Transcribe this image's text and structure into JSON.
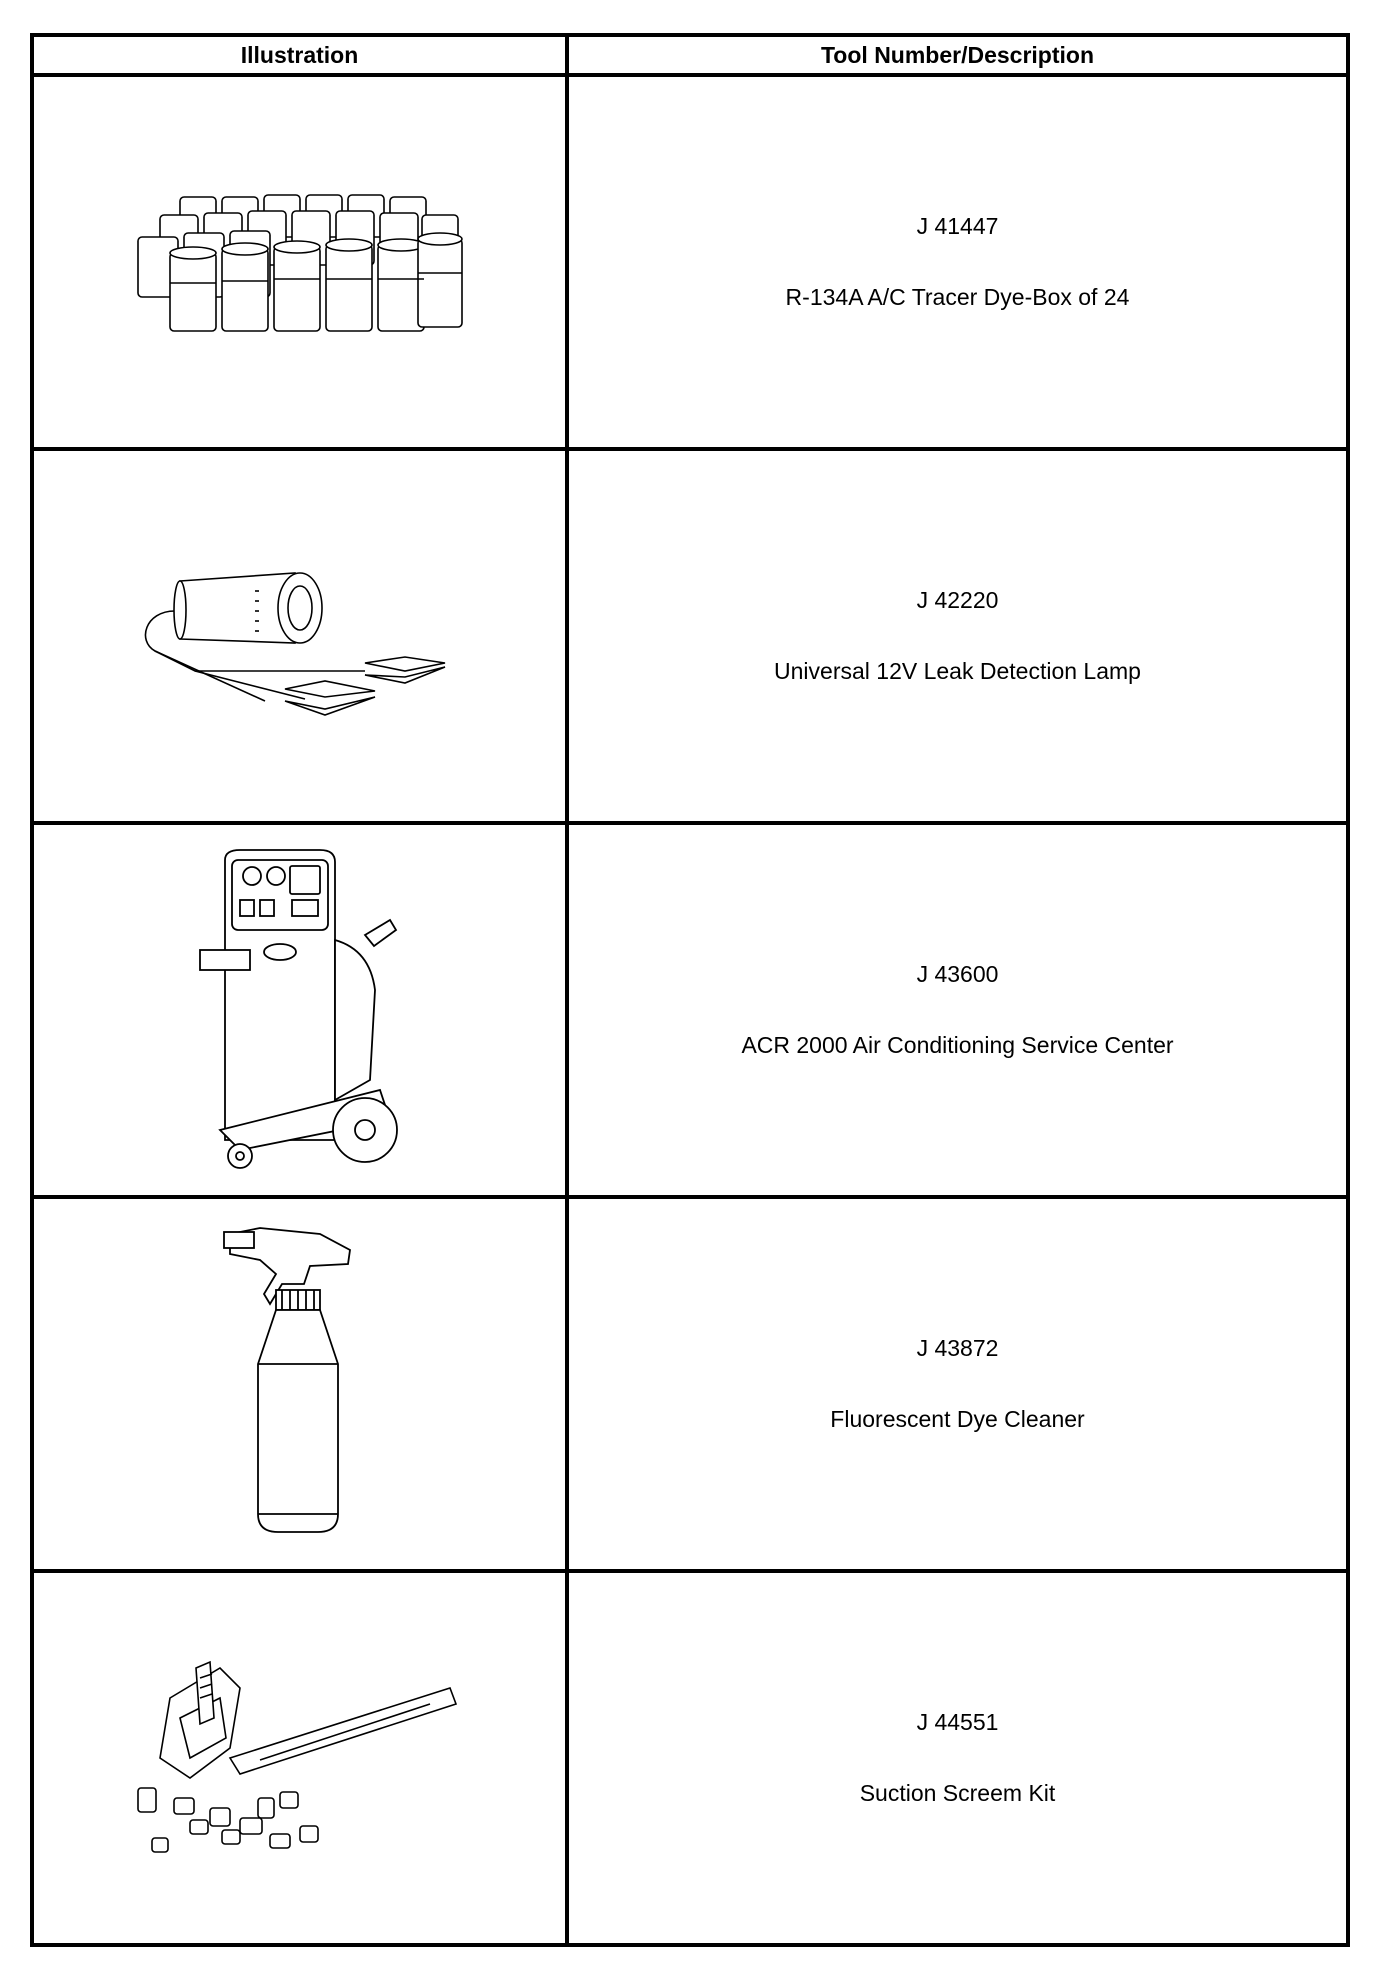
{
  "table": {
    "headers": {
      "illustration": "Illustration",
      "description": "Tool Number/Description"
    },
    "rows": [
      {
        "number": "J 41447",
        "description": "R-134A A/C Tracer Dye-Box of 24",
        "illustration": "dye-bottles-box"
      },
      {
        "number": "J 42220",
        "description": "Universal 12V Leak Detection Lamp",
        "illustration": "leak-detection-lamp"
      },
      {
        "number": "J 43600",
        "description": "ACR 2000 Air Conditioning Service Center",
        "illustration": "ac-service-center"
      },
      {
        "number": "J 43872",
        "description": "Fluorescent Dye Cleaner",
        "illustration": "spray-bottle"
      },
      {
        "number": "J 44551",
        "description": "Suction Screem Kit",
        "illustration": "suction-screen-kit"
      }
    ]
  }
}
